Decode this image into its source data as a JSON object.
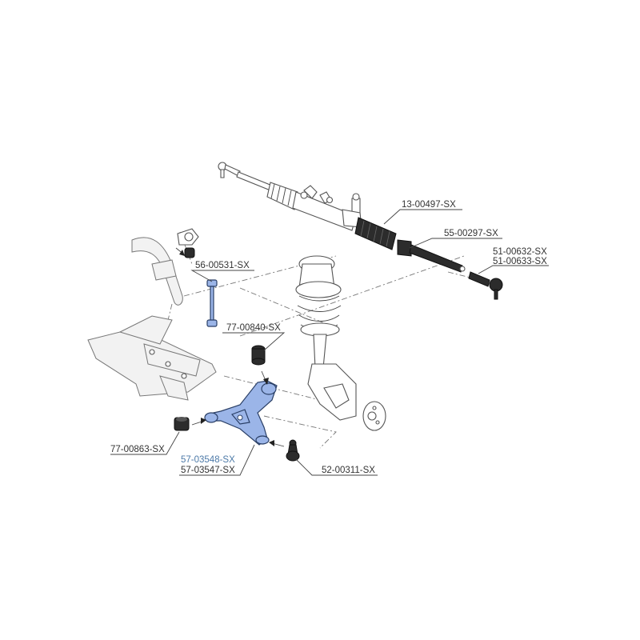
{
  "labels": {
    "steering_rack": "13-00497-SX",
    "inner_tie_rod": "55-00297-SX",
    "tie_rod_end_left": "51-00632-SX",
    "tie_rod_end_right": "51-00633-SX",
    "stabilizer_link": "56-00531-SX",
    "bushing_rear": "77-00840-SX",
    "bushing_front": "77-00863-SX",
    "control_arm_left": "57-03548-SX",
    "control_arm_right": "57-03547-SX",
    "ball_joint": "52-00311-SX"
  },
  "colors": {
    "highlight_label": "#4d7aa8",
    "part_fill": "#9bb5e8",
    "part_stroke": "#2a3f66"
  }
}
